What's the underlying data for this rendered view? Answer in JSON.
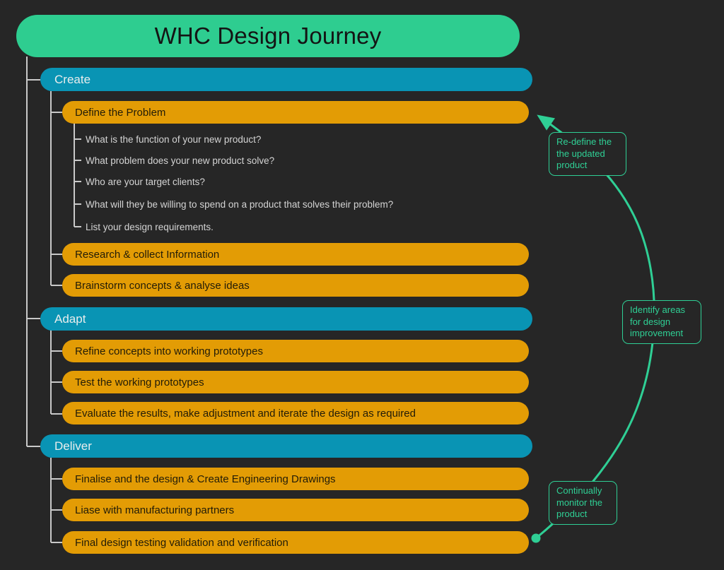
{
  "title": "WHC Design Journey",
  "colors": {
    "background": "#262626",
    "root_node": "#2ecd90",
    "section_node": "#0994b4",
    "task_node": "#e39c05",
    "annotation_green": "#2fcf95",
    "tree_connector_gray": "#c9c9c9",
    "root_text": "#141414",
    "section_text": "#e9eded",
    "task_text": "#221c08",
    "question_text": "#d4d4d4"
  },
  "tree": {
    "sections": [
      {
        "label": "Create",
        "tasks": [
          "Define the Problem",
          "Research & collect Information",
          "Brainstorm concepts & analyse ideas"
        ]
      },
      {
        "label": "Adapt",
        "tasks": [
          "Refine concepts into working prototypes",
          "Test the working prototypes",
          "Evaluate the results, make adjustment and iterate the design as required"
        ]
      },
      {
        "label": "Deliver",
        "tasks": [
          "Finalise and the design & Create Engineering Drawings",
          "Liase with manufacturing partners",
          "Final design testing validation and verification"
        ]
      }
    ],
    "questions": [
      "What is the function of your new product?",
      "What problem does your new product solve?",
      "Who are your target clients?",
      "What will they be willing to spend on a product that solves their problem?",
      "List your design requirements."
    ]
  },
  "annotations": [
    {
      "label": "Re-define the\nthe updated\nproduct"
    },
    {
      "label": "Identify areas\nfor design\nimprovement"
    },
    {
      "label": "Continually\nmonitor the\nproduct"
    }
  ]
}
